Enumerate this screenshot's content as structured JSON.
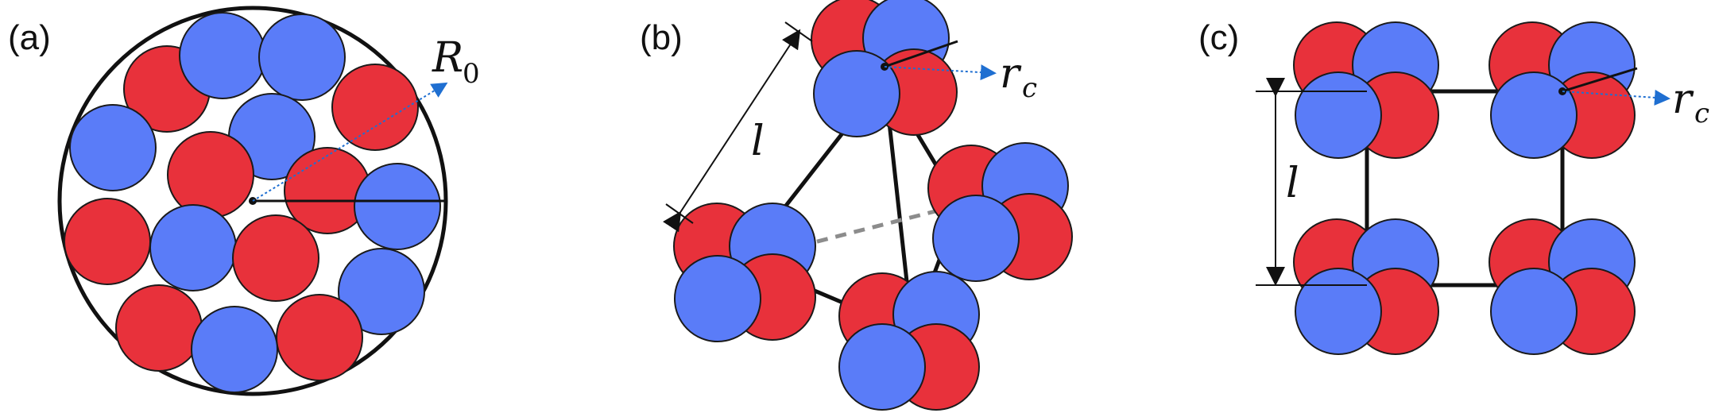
{
  "figure": {
    "panels": [
      {
        "id": "a",
        "label": "(a)",
        "radius_symbol": "R",
        "radius_subscript": "0"
      },
      {
        "id": "b",
        "label": "(b)",
        "edge_symbol": "l",
        "radius_symbol": "r",
        "radius_subscript": "c"
      },
      {
        "id": "c",
        "label": "(c)",
        "edge_symbol": "l",
        "radius_symbol": "r",
        "radius_subscript": "c"
      }
    ],
    "colors": {
      "red_particle": "#e8313b",
      "blue_particle": "#5a7cf8",
      "outline": "#1a1a1a",
      "arrow_blue": "#1f6fd1",
      "dashed_edge": "#8c8c8c"
    }
  }
}
